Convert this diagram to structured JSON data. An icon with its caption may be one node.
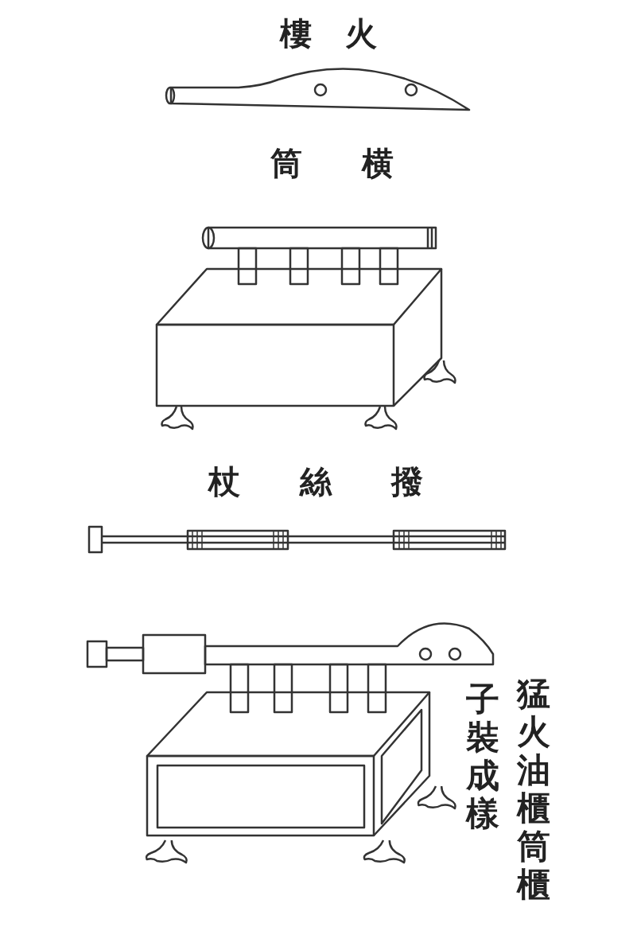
{
  "diagram": {
    "labels": [
      "樓火",
      "筒横",
      "杖絲撥",
      "猛火油櫃筒櫃",
      "子裝成樣"
    ]
  }
}
